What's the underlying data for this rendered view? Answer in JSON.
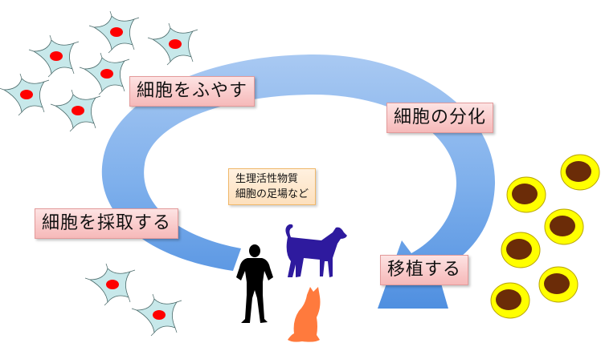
{
  "diagram": {
    "steps": [
      {
        "id": "harvest",
        "label": "細胞を採取する"
      },
      {
        "id": "expand",
        "label": "細胞をふやす"
      },
      {
        "id": "differentiate",
        "label": "細胞の分化"
      },
      {
        "id": "transplant",
        "label": "移植する"
      }
    ],
    "center_note": {
      "line1": "生理活性物質",
      "line2": "細胞の足場など"
    },
    "cycle_arrow": {
      "color": "#6fa4e8",
      "direction": "clockwise"
    },
    "illustrations": {
      "stem_cells_top": {
        "count": 6,
        "fill": "#c7e8ea",
        "nucleus": "#ff0000"
      },
      "stem_cells_bottom": {
        "count": 2,
        "fill": "#c7e8ea",
        "nucleus": "#ff0000"
      },
      "differentiated_cells": {
        "count": 6,
        "fill": "#ffff00",
        "nucleus": "#6b2c08"
      },
      "recipients": [
        "human-silhouette",
        "dog-silhouette",
        "cat-silhouette"
      ],
      "colors": {
        "human": "#000000",
        "dog": "#2e1a9e",
        "cat": "#ff7a3d"
      }
    }
  }
}
